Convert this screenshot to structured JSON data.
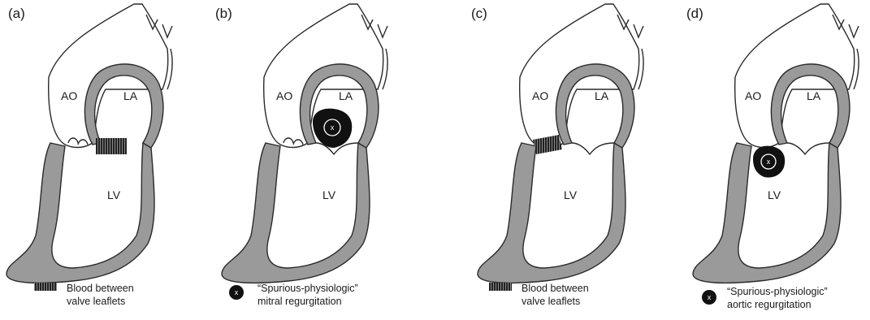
{
  "panels": [
    {
      "label": "(a)",
      "chambers": {
        "ao": "AO",
        "la": "LA",
        "lv": "LV"
      },
      "legend": {
        "icon": "hatched-block-icon",
        "line1": "Blood between",
        "line2": "valve leaflets"
      }
    },
    {
      "label": "(b)",
      "chambers": {
        "ao": "AO",
        "la": "LA",
        "lv": "LV"
      },
      "marker_text": "x",
      "legend": {
        "icon": "x-circle-icon",
        "icon_text": "x",
        "line1": "“Spurious-physiologic”",
        "line2": "mitral regurgitation"
      }
    },
    {
      "label": "(c)",
      "chambers": {
        "ao": "AO",
        "la": "LA",
        "lv": "LV"
      },
      "legend": {
        "icon": "hatched-block-icon",
        "line1": "Blood between",
        "line2": "valve  leaflets"
      }
    },
    {
      "label": "(d)",
      "chambers": {
        "ao": "AO",
        "la": "LA",
        "lv": "LV"
      },
      "marker_text": "x",
      "legend": {
        "icon": "x-circle-icon",
        "icon_text": "x",
        "line1": "“Spurious-physiologic”",
        "line2": "aortic regurgitation"
      }
    }
  ],
  "colors": {
    "wall": "#9a9a9a",
    "ink": "#1a1a1a",
    "marker": "#111111"
  }
}
